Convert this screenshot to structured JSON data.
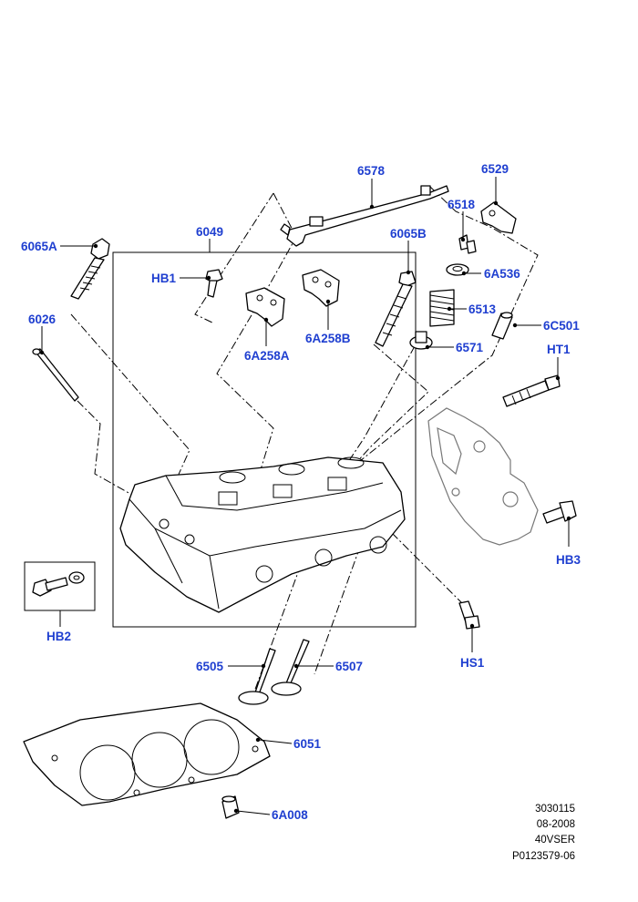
{
  "labels": {
    "p6578": "6578",
    "p6529": "6529",
    "p6518": "6518",
    "p6065A": "6065A",
    "p6049": "6049",
    "p6065B": "6065B",
    "pHB1": "HB1",
    "p6A536": "6A536",
    "p6026": "6026",
    "p6513": "6513",
    "p6C501": "6C501",
    "p6A258A": "6A258A",
    "p6A258B": "6A258B",
    "p6571": "6571",
    "pHT1": "HT1",
    "pHB3": "HB3",
    "pHB2": "HB2",
    "pHS1": "HS1",
    "p6505": "6505",
    "p6507": "6507",
    "p6051": "6051",
    "p6A008": "6A008"
  },
  "reference": {
    "line1": "3030115",
    "line2": "08-2008",
    "line3": "40VSER",
    "line4": "P0123579-06"
  },
  "colors": {
    "label": "#1f3fd0",
    "line": "#000000",
    "background": "#ffffff"
  }
}
